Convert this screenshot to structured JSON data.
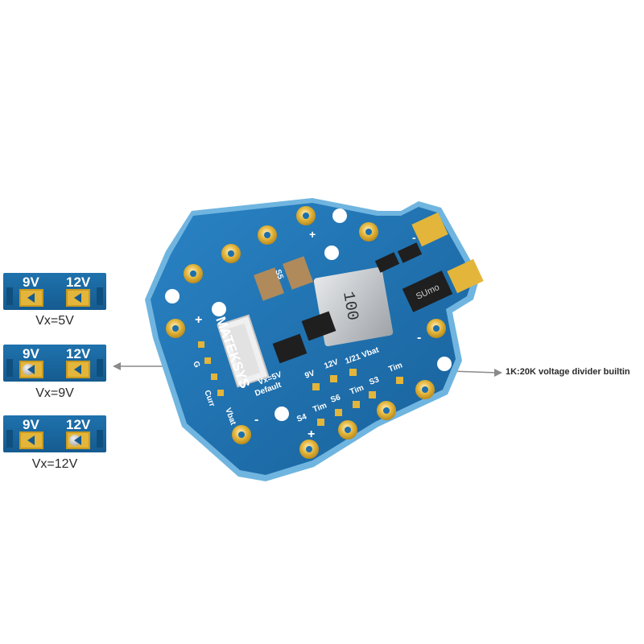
{
  "jumpers": [
    {
      "label_9v": "9V",
      "label_12v": "12V",
      "caption": "Vx=5V",
      "bridged": "none"
    },
    {
      "label_9v": "9V",
      "label_12v": "12V",
      "caption": "Vx=9V",
      "bridged": "9V"
    },
    {
      "label_9v": "9V",
      "label_12v": "12V",
      "caption": "Vx=12V",
      "bridged": "12V"
    }
  ],
  "callout": "1K:20K voltage divider builtin",
  "board": {
    "brand": "MATEKSYS",
    "inductor_marking": "100",
    "diode_marking": "SUmo",
    "silkscreen": {
      "vx": "Vx=5V",
      "default": "Default",
      "s4": "S4",
      "s3": "S3",
      "s5": "S5",
      "s6": "S6",
      "v9": "9V",
      "v12": "12V",
      "v21": "1/21 Vbat",
      "tim": "Tim",
      "plus": "+",
      "minus": "-",
      "vbat": "Vbat",
      "curr": "Curr",
      "g": "G"
    }
  },
  "colors": {
    "pcb": "#1c6fae",
    "pcb_edge": "#6fb5e0",
    "gold": "#e3b53a",
    "inductor": "#bfc3c7",
    "arrow": "#8a8a8a"
  }
}
